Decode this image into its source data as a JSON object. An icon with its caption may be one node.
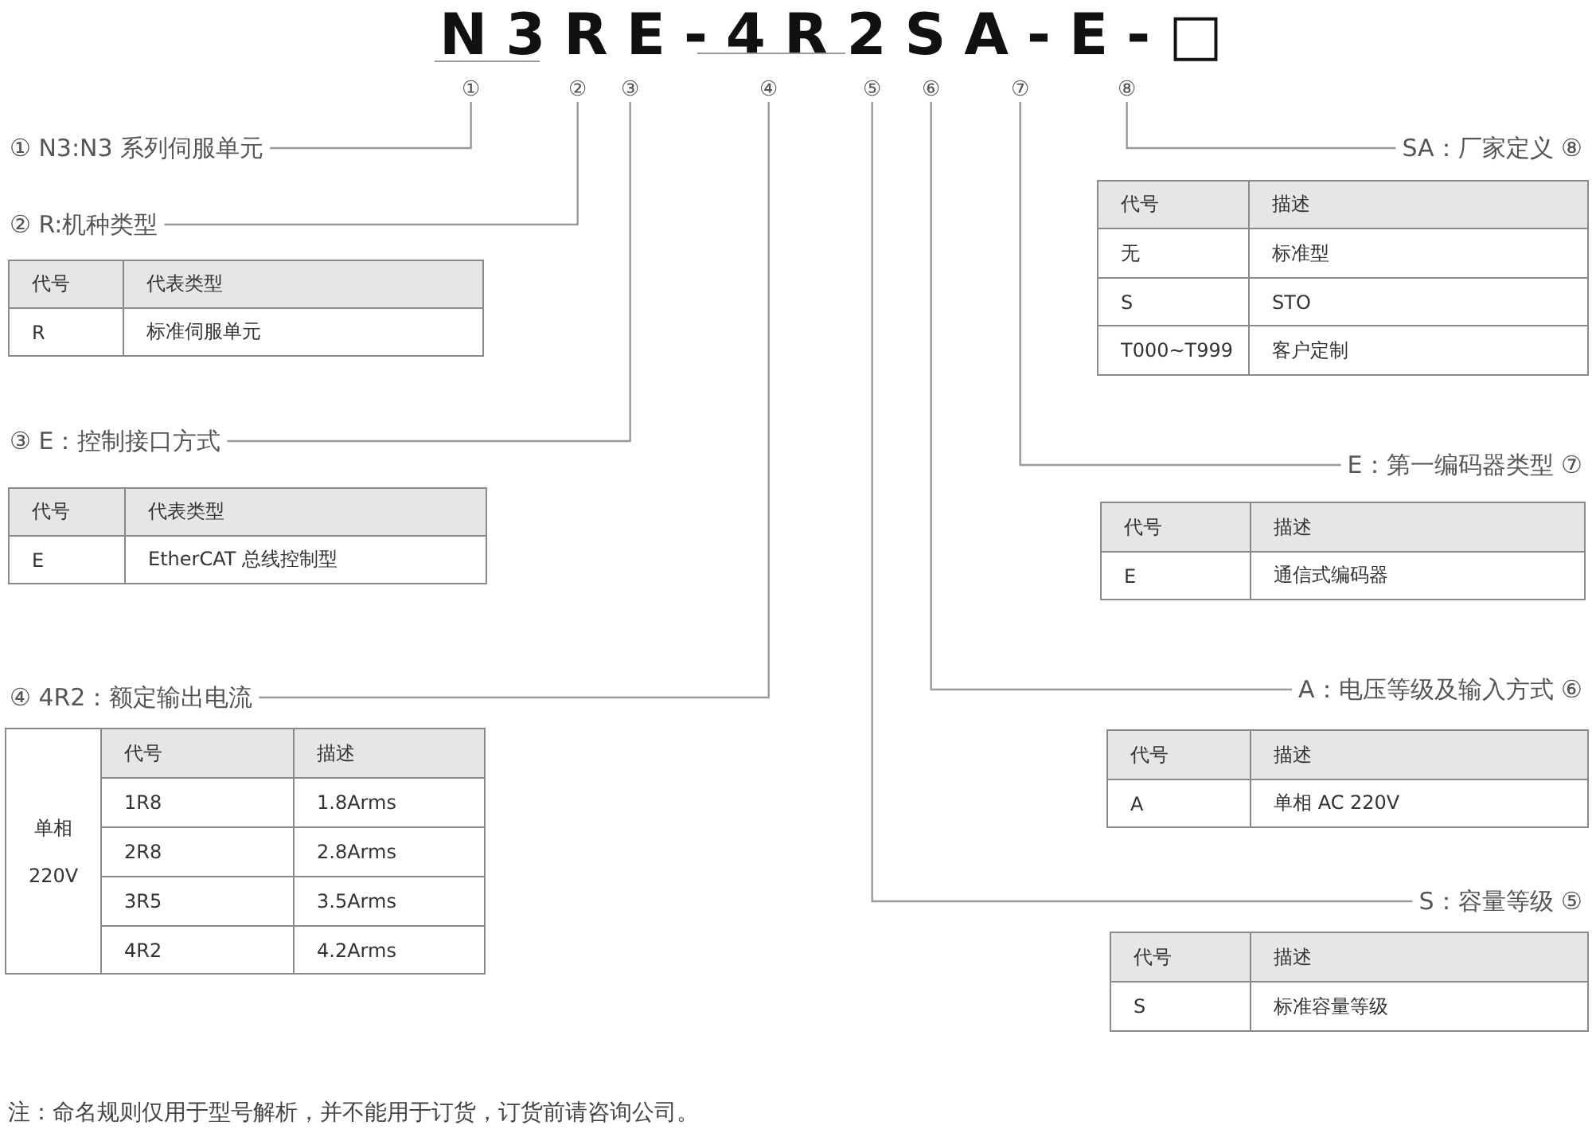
{
  "diagram": {
    "title": "N3RE-4R2SA-E-□",
    "nodes": [
      {
        "text": [
          "①"
        ]
      },
      {
        "text": [
          "②"
        ]
      },
      {
        "text": [
          "③"
        ]
      },
      {
        "text": [
          "④"
        ]
      },
      {
        "text": [
          "⑤"
        ]
      },
      {
        "text": [
          "⑥"
        ]
      },
      {
        "text": [
          "⑦"
        ]
      },
      {
        "text": [
          "⑧"
        ]
      },
      {
        "text": [
          "① N3:N3 系列伺服单元"
        ]
      },
      {
        "text": [
          "② R:机种类型"
        ]
      },
      {
        "text": [
          "③ E：控制接口方式"
        ]
      },
      {
        "text": [
          "④ 4R2：额定输出电流"
        ]
      },
      {
        "text": [
          "S：容量等级 ⑤"
        ]
      },
      {
        "text": [
          "A：电压等级及输入方式 ⑥"
        ]
      },
      {
        "text": [
          "E：第一编码器类型 ⑦"
        ]
      },
      {
        "text": [
          "SA：厂家定义 ⑧"
        ]
      }
    ],
    "edges": [
      {
        "from": 0,
        "to": 8,
        "arrow": "none"
      },
      {
        "from": 1,
        "to": 9,
        "arrow": "none"
      },
      {
        "from": 2,
        "to": 10,
        "arrow": "none"
      },
      {
        "from": 3,
        "to": 11,
        "arrow": "none"
      },
      {
        "from": 4,
        "to": 12,
        "arrow": "none"
      },
      {
        "from": 5,
        "to": 13,
        "arrow": "none"
      },
      {
        "from": 6,
        "to": 14,
        "arrow": "none"
      },
      {
        "from": 7,
        "to": 15,
        "arrow": "none"
      }
    ],
    "labels": [
      "代号",
      "代表类型",
      "R",
      "标准伺服单元",
      "代号",
      "代表类型",
      "E",
      "EtherCAT 总线控制型",
      "单相 220V",
      "代号",
      "描述",
      "1R8",
      "1.8Arms",
      "2R8",
      "2.8Arms",
      "3R5",
      "3.5Arms",
      "4R2",
      "4.2Arms",
      "代号",
      "描述",
      "无",
      "标准型",
      "S",
      "STO",
      "T000~T999",
      "客户定制",
      "代号",
      "描述",
      "E",
      "通信式编码器",
      "代号",
      "描述",
      "A",
      "单相 AC 220V",
      "代号",
      "描述",
      "S",
      "标准容量等级",
      "注：命名规则仅用于型号解析，并不能用于订货，订货前请咨询公司。"
    ]
  }
}
